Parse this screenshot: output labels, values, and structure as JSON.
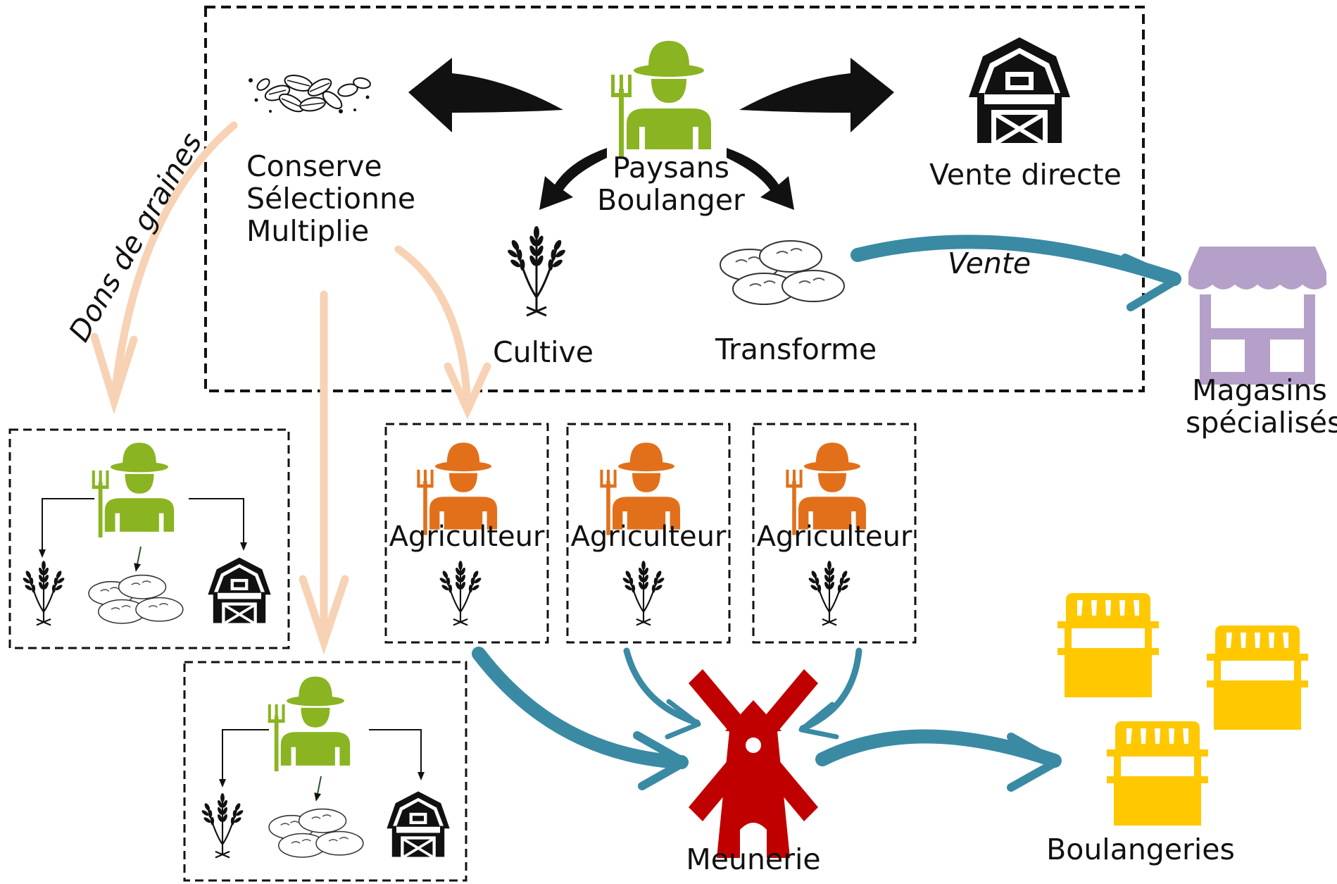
{
  "main_box": {
    "center": {
      "line1": "Paysans",
      "line2": "Boulanger"
    },
    "seeds": {
      "line1": "Conserve",
      "line2": "Sélectionne",
      "line3": "Multiplie"
    },
    "cultivate": "Cultive",
    "transform": "Transforme",
    "direct_sale": "Vente directe"
  },
  "sale_label": "Vente",
  "seed_gift_label": "Dons de graines",
  "farmers": [
    "Agriculteur",
    "Agriculteur",
    "Agriculteur"
  ],
  "shops": {
    "line1": "Magasins",
    "line2": "spécialisés"
  },
  "mill": "Meunerie",
  "bakeries": "Boulangeries",
  "colors": {
    "peasant_green": "#8ab422",
    "farmer_orange": "#e2701b",
    "mill_red": "#c00000",
    "bakery_yellow": "#ffc800",
    "shop_purple": "#b4a0c8",
    "flow_teal": "#3a8aa4",
    "seed_peach": "#f8d2b4"
  },
  "icons": [
    "seeds-icon",
    "farmer-icon",
    "wheat-icon",
    "bread-icon",
    "barn-icon",
    "shop-icon",
    "windmill-icon",
    "bakery-stall-icon"
  ]
}
